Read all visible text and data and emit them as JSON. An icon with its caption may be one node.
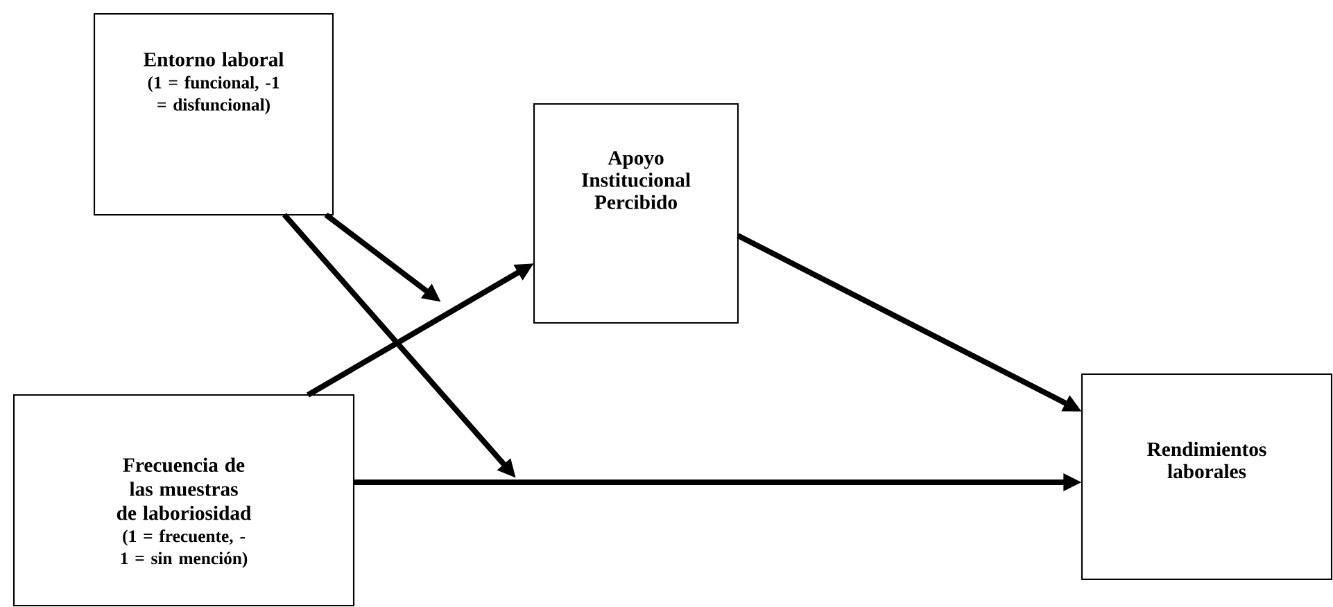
{
  "diagram": {
    "nodes": [
      {
        "text": [
          "Entorno laboral",
          "(1 = funcional, -1 = disfuncional)"
        ]
      },
      {
        "text": [
          "Apoyo Institucional Percibido"
        ]
      },
      {
        "text": [
          "Frecuencia de las muestras de laboriosidad",
          "(1 = frecuente, -1 = sin mención)"
        ]
      },
      {
        "text": [
          "Rendimientos laborales"
        ]
      }
    ],
    "edges": [
      {
        "from": 2,
        "to": 1,
        "arrow": "to"
      },
      {
        "from": 1,
        "to": 3,
        "arrow": "to"
      },
      {
        "from": 2,
        "to": 3,
        "arrow": "to"
      },
      {
        "from": 0,
        "to": null,
        "arrow": "to"
      },
      {
        "from": 0,
        "to": null,
        "arrow": "to"
      }
    ]
  }
}
